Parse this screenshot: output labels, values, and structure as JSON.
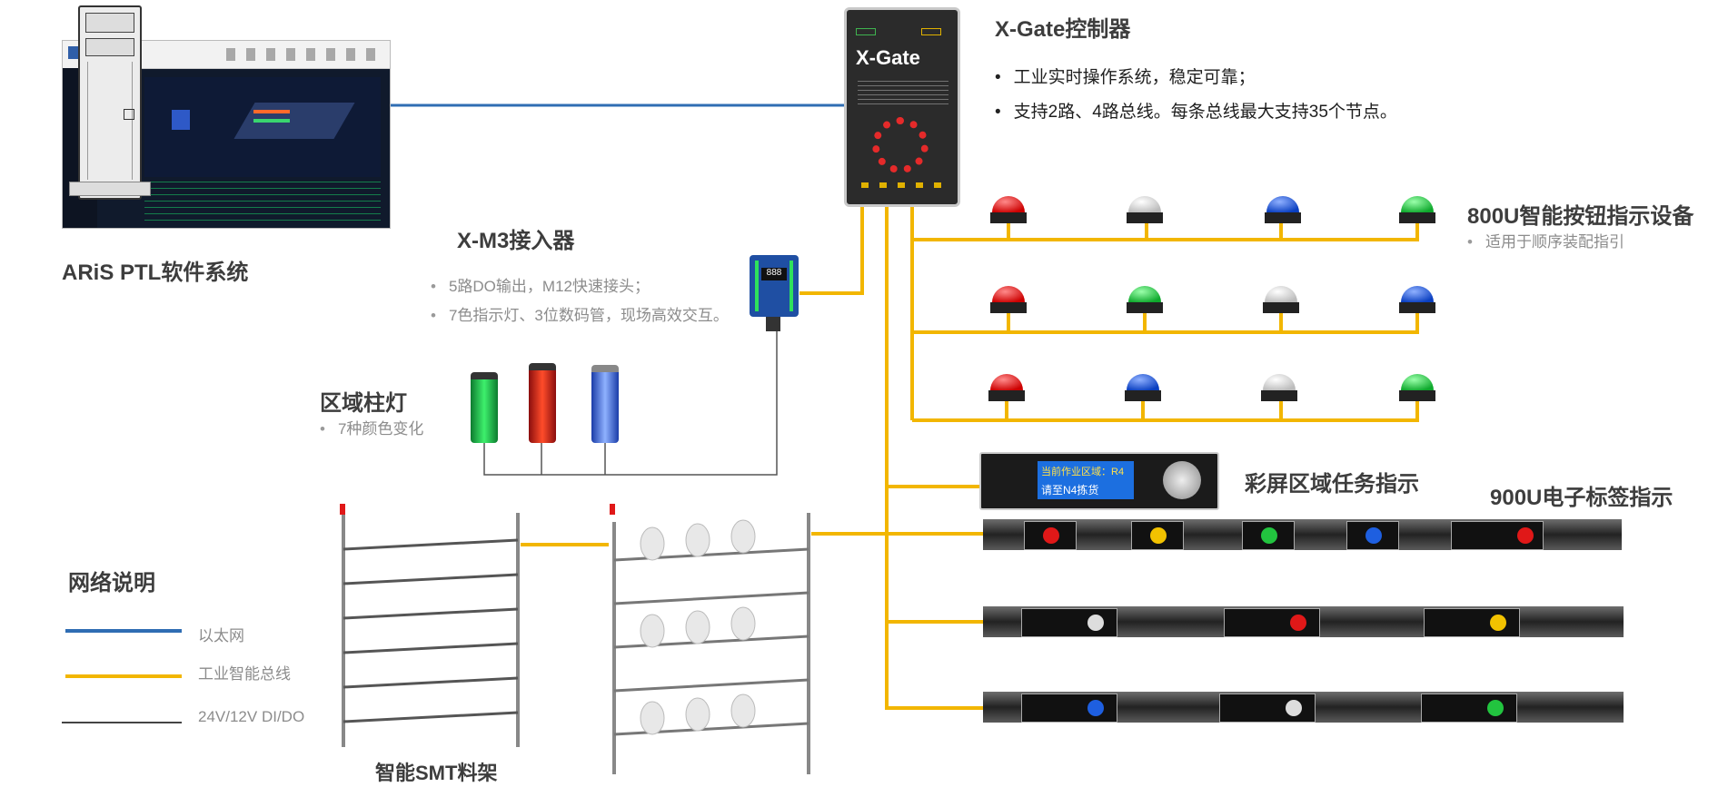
{
  "colors": {
    "ethernet": "#2f6db3",
    "bus": "#f2b600",
    "io": "#555555"
  },
  "software": {
    "title": "ARiS PTL软件系统"
  },
  "controller": {
    "title": "X-Gate控制器",
    "bullets": [
      "工业实时操作系统，稳定可靠；",
      "支持2路、4路总线。每条总线最大支持35个节点。"
    ],
    "device_label": "X-Gate"
  },
  "m3": {
    "title": "X-M3接入器",
    "bullets": [
      "5路DO输出，M12快速接头；",
      "7色指示灯、3位数码管，现场高效交互。"
    ]
  },
  "column_light": {
    "title": "区域柱灯",
    "bullets": [
      "7种颜色变化"
    ]
  },
  "buttons800u": {
    "title": "800U智能按钮指示设备",
    "bullets": [
      "适用于顺序装配指引"
    ]
  },
  "color_screen": {
    "title": "彩屏区域任务指示",
    "line1": "当前作业区域：R4",
    "line2": "请至N4拣货"
  },
  "label900u": {
    "title": "900U电子标签指示"
  },
  "smt": {
    "title": "智能SMT料架"
  },
  "legend": {
    "title": "网络说明",
    "items": [
      {
        "label": "以太网",
        "color": "#2f6db3"
      },
      {
        "label": "工业智能总线",
        "color": "#f2b600"
      },
      {
        "label": "24V/12V DI/DO",
        "color": "#444444"
      }
    ]
  }
}
